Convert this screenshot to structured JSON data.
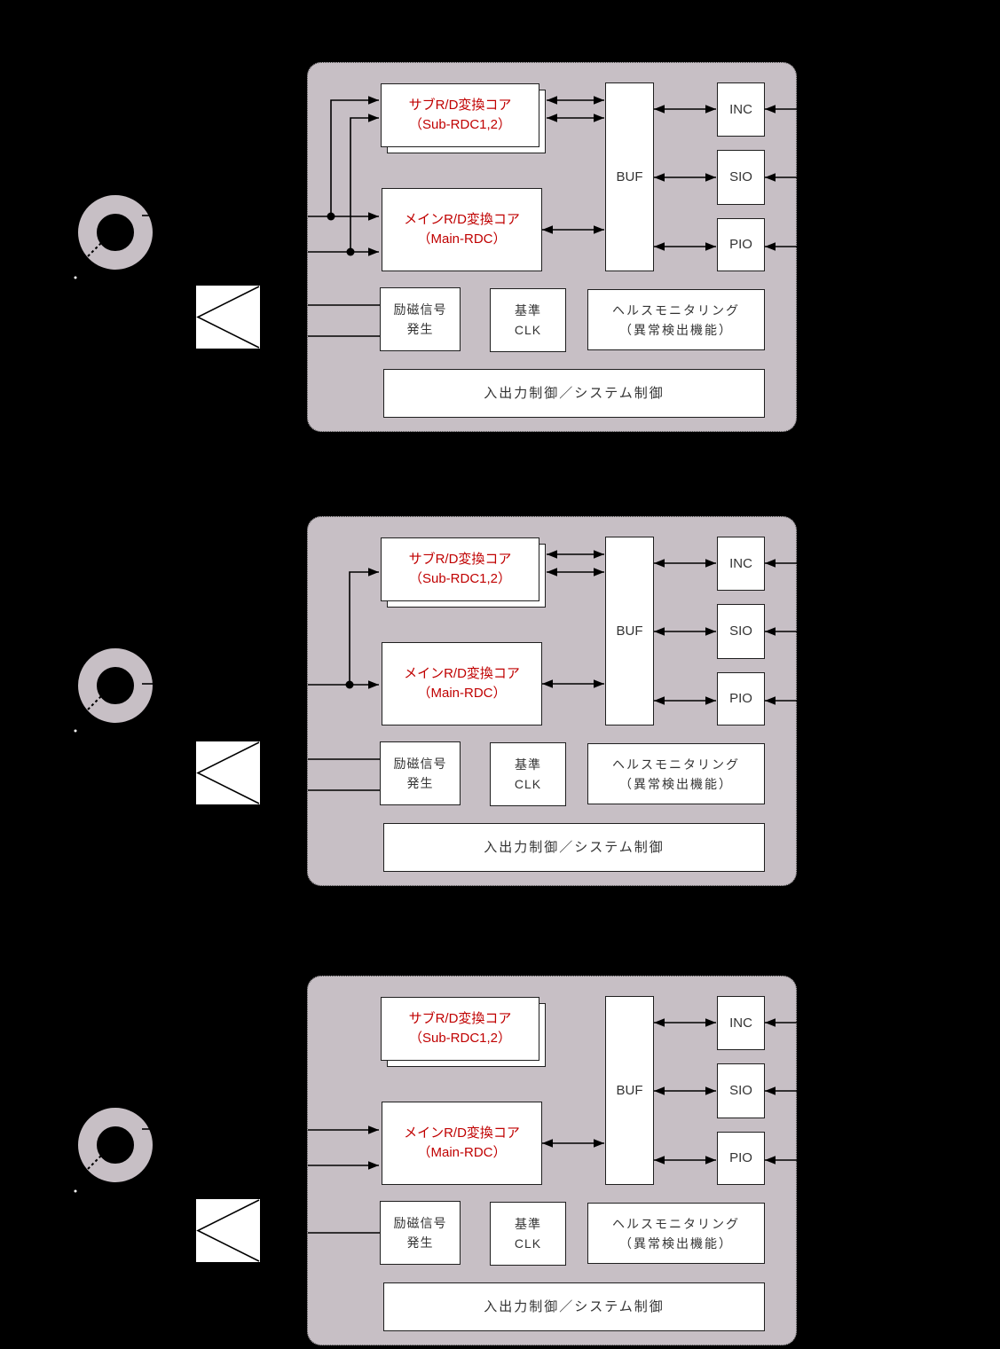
{
  "diagram": "resolver-to-digital-converter-lsi-block-diagrams",
  "colors": {
    "background": "#000000",
    "panel_fill": "#c7bfc5",
    "panel_border": "#404040",
    "box_fill": "#ffffff",
    "box_border": "#1f1f1f",
    "wire": "#000000",
    "label_red": "#c00000",
    "label_dark": "#333333"
  },
  "icons": {
    "resolver": "donut-ring",
    "resolver_shaft_mark": "short-dashed-diagonal",
    "amplifier": "left-pointing-triangle-in-white-box"
  },
  "blocks": {
    "sub_rdc": {
      "line1": "サブR/D変換コア",
      "line2": "（Sub-RDC1,2）"
    },
    "main_rdc": {
      "line1": "メインR/D変換コア",
      "line2": "（Main-RDC）"
    },
    "buf": {
      "label": "BUF"
    },
    "inc": {
      "label": "INC"
    },
    "sio": {
      "label": "SIO"
    },
    "pio": {
      "label": "PIO"
    },
    "excitation": {
      "line1": "励磁信号",
      "line2": "発生"
    },
    "ref_clk": {
      "line1": "基準",
      "line2": "CLK"
    },
    "health": {
      "line1": "ヘルスモニタリング",
      "line2": "（異常検出機能）"
    },
    "io_control": {
      "label": "入出力制御／システム制御"
    }
  }
}
